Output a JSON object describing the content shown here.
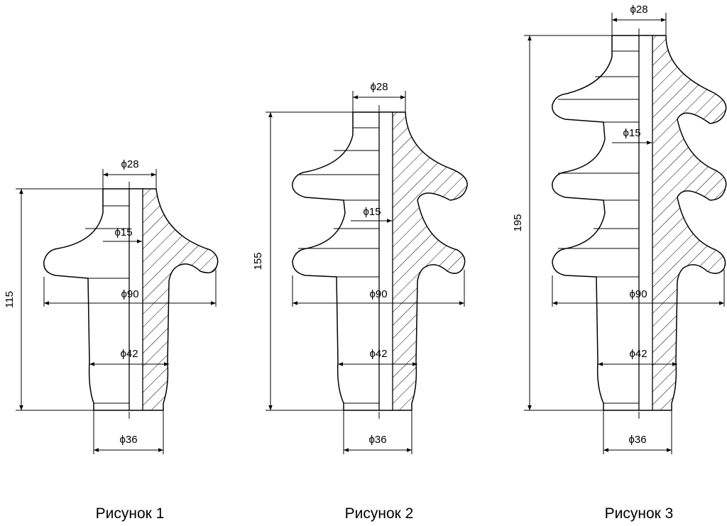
{
  "figures": [
    {
      "caption": "Рисунок 1",
      "height": "115",
      "dims": {
        "top": "ϕ28",
        "hole": "ϕ15",
        "shed": "ϕ90",
        "waist": "ϕ42",
        "base": "ϕ36"
      }
    },
    {
      "caption": "Рисунок 2",
      "height": "155",
      "dims": {
        "top": "ϕ28",
        "hole": "ϕ15",
        "shed": "ϕ90",
        "waist": "ϕ42",
        "base": "ϕ36"
      }
    },
    {
      "caption": "Рисунок 3",
      "height": "195",
      "dims": {
        "top": "ϕ28",
        "hole": "ϕ15",
        "shed": "ϕ90",
        "waist": "ϕ42",
        "base": "ϕ36"
      }
    }
  ]
}
